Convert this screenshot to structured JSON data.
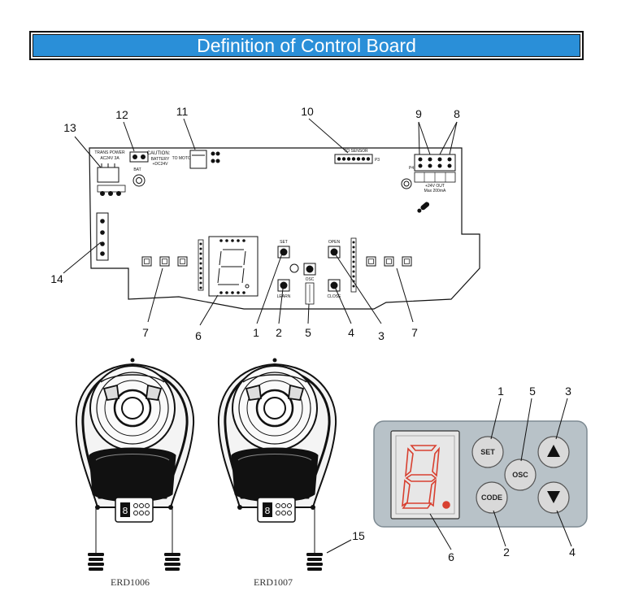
{
  "title": "Definition of Control Board",
  "pcb_labels": {
    "trans_power": "TRANS POWER",
    "ac24v": "AC24V 3A",
    "caution": "CAUTION:",
    "battery": "BATTERY",
    "dc24v": "+DC24V",
    "bat": "BAT",
    "to_motor": "TO MOTOR",
    "to_sensor": "TO SENSOR",
    "p4": "P4",
    "p3": "P3",
    "dc24v_out": "+24V OUT",
    "max": "Max 200mA",
    "set": "SET",
    "open": "OPEN",
    "learn": "LEARN",
    "close": "CLOSE",
    "osc": "OSC"
  },
  "callouts": {
    "c1": "1",
    "c2": "2",
    "c3": "3",
    "c4": "4",
    "c5": "5",
    "c6": "6",
    "c7a": "7",
    "c7b": "7",
    "c8": "8",
    "c9": "9",
    "c10": "10",
    "c11": "11",
    "c12": "12",
    "c13": "13",
    "c14": "14",
    "c15": "15",
    "k1": "1",
    "k5": "5",
    "k3": "3",
    "k6": "6",
    "k2": "2",
    "k4": "4"
  },
  "keypad": {
    "set_label": "SET",
    "code_label": "CODE",
    "osc_label": "OSC",
    "up_icon": "up-arrow-icon",
    "down_icon": "down-arrow-icon",
    "digit": "8.",
    "panel_color": "#b8c2c8",
    "display_color": "#d84030"
  },
  "models": {
    "left": "ERD1006",
    "right": "ERD1007"
  }
}
